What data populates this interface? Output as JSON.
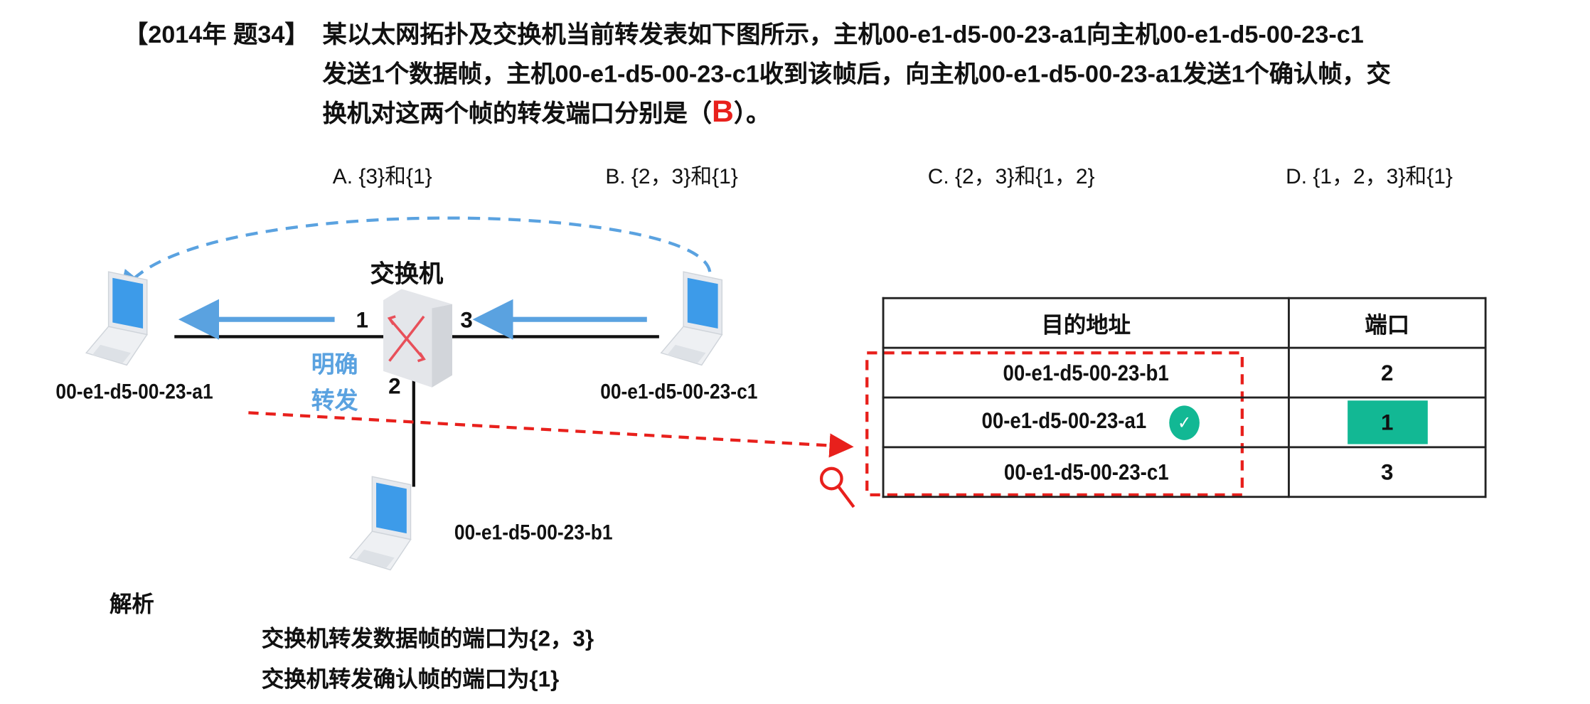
{
  "question": {
    "tag": "【2014年 题34】",
    "line1": "某以太网拓扑及交换机当前转发表如下图所示，主机00-e1-d5-00-23-a1向主机00-e1-d5-00-23-c1",
    "line2": "发送1个数据帧，主机00-e1-d5-00-23-c1收到该帧后，向主机00-e1-d5-00-23-a1发送1个确认帧，交",
    "line3_pre": "换机对这两个帧的转发端口分别是（",
    "answer": "B",
    "line3_post": "）。"
  },
  "options": [
    "A. {3}和{1}",
    "B. {2，3}和{1}",
    "C. {2，3}和{1，2}",
    "D. {1，2，3}和{1}"
  ],
  "diagram": {
    "switch_label": "交换机",
    "port1": "1",
    "port2": "2",
    "port3": "3",
    "note_line1": "明确",
    "note_line2": "转发",
    "host_a1": "00-e1-d5-00-23-a1",
    "host_b1": "00-e1-d5-00-23-b1",
    "host_c1": "00-e1-d5-00-23-c1",
    "accent_blue": "#5aa2e0",
    "accent_red": "#e8201c",
    "accent_green": "#12b894"
  },
  "table": {
    "headers": [
      "目的地址",
      "端口"
    ],
    "rows": [
      {
        "addr": "00-e1-d5-00-23-b1",
        "port": "2"
      },
      {
        "addr": "00-e1-d5-00-23-a1",
        "port": "1"
      },
      {
        "addr": "00-e1-d5-00-23-c1",
        "port": "3"
      }
    ]
  },
  "analysis": {
    "title": "解析",
    "line1": "交换机转发数据帧的端口为{2，3}",
    "line2": "交换机转发确认帧的端口为{1}"
  }
}
